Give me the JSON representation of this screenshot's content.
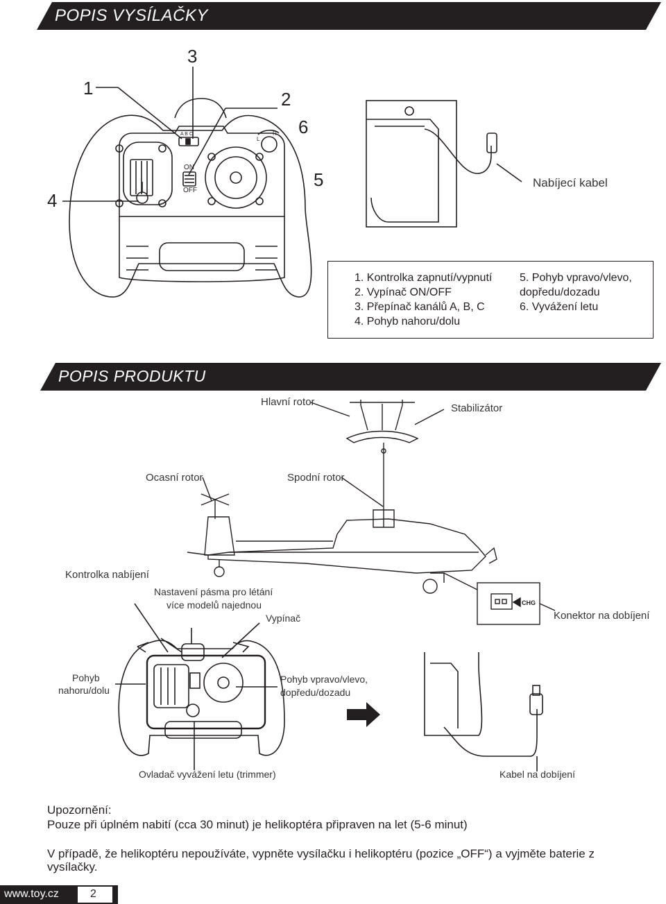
{
  "header": {
    "title": "POPIS VYSÍLAČKY"
  },
  "transmitter": {
    "callouts": [
      "1",
      "2",
      "3",
      "4",
      "5",
      "6"
    ],
    "switch_on": "ON",
    "switch_off": "OFF",
    "channel_letters": "A B C",
    "trim_left": "L",
    "trim_right": "R"
  },
  "cable_label": "Nabíjecí kabel",
  "legend": {
    "left": [
      "1. Kontrolka zapnutí/vypnutí",
      "2. Vypínač ON/OFF",
      "3. Přepínač kanálů A, B, C",
      "4. Pohyb nahoru/dolu"
    ],
    "right": [
      "5. Pohyb vpravo/vlevo,",
      "dopředu/dozadu",
      "6. Vyvážení letu"
    ]
  },
  "product": {
    "title": "POPIS PRODUKTU",
    "labels": {
      "main_rotor": "Hlavní rotor",
      "stabilizer": "Stabilizátor",
      "tail_rotor": "Ocasní rotor",
      "lower_rotor": "Spodní rotor",
      "charge_led": "Kontrolka nabíjení",
      "band_setting_1": "Nastavení pásma pro létání",
      "band_setting_2": "více modelů najednou",
      "power_switch": "Vypínač",
      "charge_connector": "Konektor na dobíjení",
      "connector_badge": "CHG",
      "up_down_1": "Pohyb",
      "up_down_2": "nahoru/dolu",
      "right_left_1": "Pohyb vpravo/vlevo,",
      "right_left_2": "dopředu/dozadu",
      "trimmer": "Ovladač vyvážení letu (trimmer)",
      "charge_cable": "Kabel na dobíjení"
    }
  },
  "notes": {
    "warning_title": "Upozornění:",
    "warning_text": "Pouze při úplném nabití (cca 30 minut) je helikoptéra připraven na let (5-6 minut)",
    "storage_text_1": "V případě, že helikoptéru nepoužíváte, vypněte vysílačku i helikoptéru (pozice „OFF“) a vyjměte baterie z",
    "storage_text_2": "vysílačky."
  },
  "footer": {
    "url": "www.toy.cz",
    "page": "2"
  },
  "colors": {
    "dark": "#231f20",
    "light": "#ffffff"
  }
}
